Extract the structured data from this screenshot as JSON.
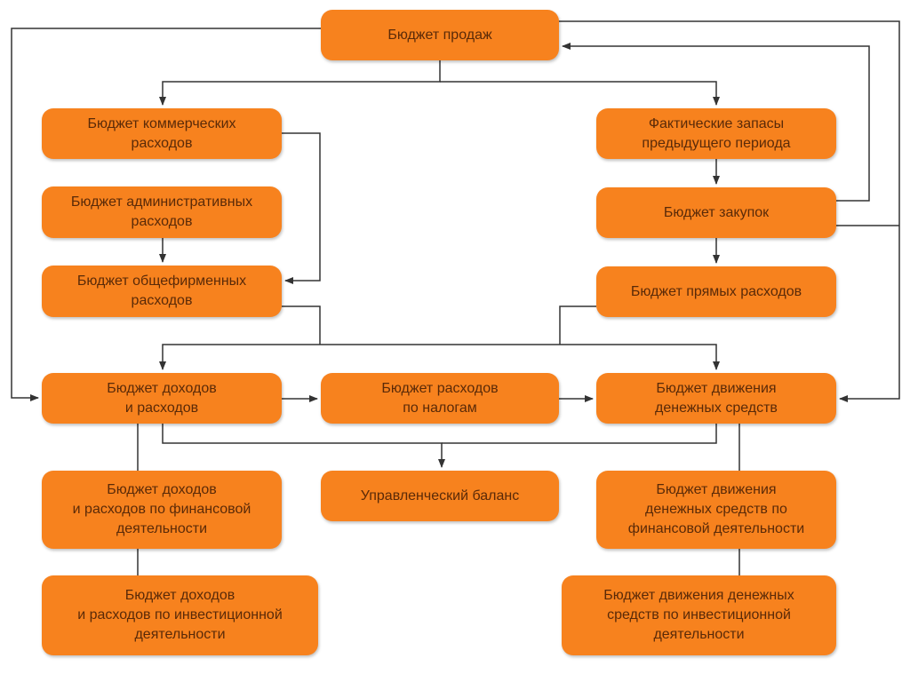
{
  "nodes": {
    "sales": "Бюджет продаж",
    "commercial": "Бюджет коммерческих\nрасходов",
    "admin": "Бюджет административных\nрасходов",
    "corporate": "Бюджет общефирменных\nрасходов",
    "stock": "Фактические запасы\nпредыдущего периода",
    "purchases": "Бюджет закупок",
    "direct": "Бюджет прямых расходов",
    "income": "Бюджет доходов\nи расходов",
    "tax": "Бюджет расходов\nпо налогам",
    "cashflow": "Бюджет движения\nденежных средств",
    "balance": "Управленческий баланс",
    "income_fin": "Бюджет доходов\nи расходов по финансовой\nдеятельности",
    "cash_fin": "Бюджет движения\nденежных средств по\nфинансовой деятельности",
    "income_inv": "Бюджет доходов\nи расходов по инвестиционной\nдеятельности",
    "cash_inv": "Бюджет движения денежных\nсредств по инвестиционной\nдеятельности"
  },
  "colors": {
    "node_fill": "#f7821e",
    "node_text": "#5a2a08",
    "connector": "#333333"
  }
}
